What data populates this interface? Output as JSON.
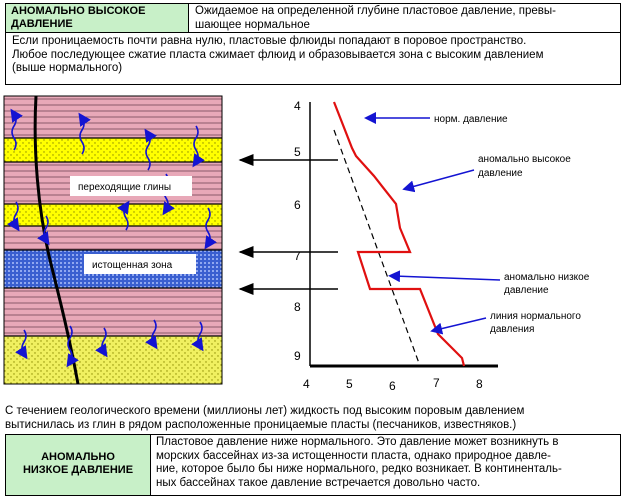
{
  "top": {
    "term_title": "АНОМАЛЬНО ВЫСОКОЕ ДАВЛЕНИЕ",
    "term_def_line1": "Ожидаемое на определенной глубине пластовое давление, превы-",
    "term_def_line2": "шающее нормальное",
    "explain_line1": "Если проницаемость почти равна нулю, пластовые флюиды попадают в поровое пространство.",
    "explain_line2": "Любое последующее сжатие  пласта сжимает флюид и образовывается зона с высоким давлением",
    "explain_line3": "(выше нормального)"
  },
  "section": {
    "label_clays": "переходящие глины",
    "label_depleted": "истощенная зона"
  },
  "graph": {
    "y_ticks": [
      "4",
      "5",
      "6",
      "7",
      "8",
      "9"
    ],
    "x_ticks": [
      "4",
      "5",
      "6",
      "7",
      "8"
    ],
    "label_normal": "норм. давление",
    "label_high_1": "аномально высокое",
    "label_high_2": "давление",
    "label_low_1": "аномально низкое",
    "label_low_2": "давление",
    "label_line_1": "линия нормального",
    "label_line_2": "давления"
  },
  "bottom": {
    "caption_line1": "С течением геологического времени (миллионы лет) жидкость под высоким поровым давлением",
    "caption_line2": "вытиснилась из глин в рядом расположенные проницаемые пласты (песчаников, известняков.)",
    "term_title_1": "АНОМАЛЬНО",
    "term_title_2": "НИЗКОЕ ДАВЛЕНИЕ",
    "def_line1": "Пластовое давление ниже нормального. Это давление может возникнуть в",
    "def_line2": "морских бассейнах из-за истощенности пласта, однако природное давле-",
    "def_line3": "ние, которое было бы ниже нормального, редко возникает. В континенталь-",
    "def_line4": "ных бассейнах такое давление встречается довольно часто."
  },
  "colors": {
    "green": "#c8f0c8",
    "clay": "#e8a8b8",
    "sand": "#ffff00",
    "blue_arrows": "#1414d2",
    "red_curve": "#e01010",
    "depleted": "#3a5fd0"
  }
}
